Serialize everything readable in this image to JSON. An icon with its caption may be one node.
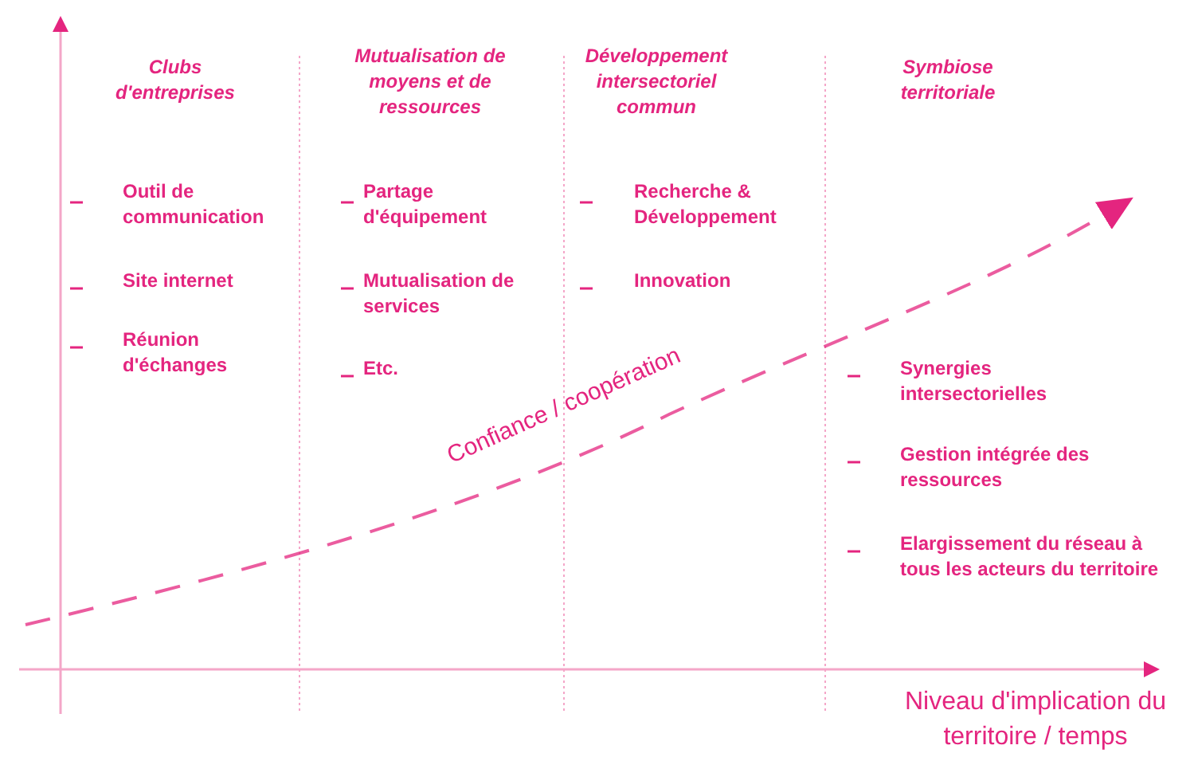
{
  "diagram": {
    "labels": [
      "Clubs d'entreprises",
      "Mutualisation de moyens et de ressources",
      "Développement intersectoriel commun",
      "Symbiose territoriale",
      "Outil de communication",
      "Partage d'équipement",
      "Recherche & Développement",
      "Site internet",
      "Mutualisation de services",
      "Innovation",
      "Réunion d'échanges",
      "Etc.",
      "Confiance / coopération",
      "Synergies intersectorielles",
      "Gestion intégrée des ressources",
      "Elargissement du réseau à tous les acteurs du territoire",
      "Niveau d'implication du territoire / temps"
    ]
  }
}
